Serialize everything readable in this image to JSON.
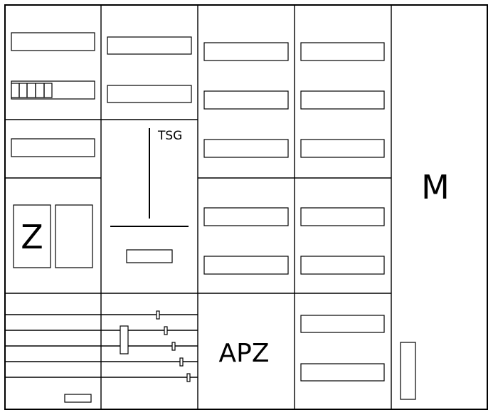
{
  "labels": {
    "tsg": "TSG",
    "z": "Z",
    "apz": "APZ",
    "m": "M"
  },
  "colors": {
    "stroke": "#000000",
    "background": "#ffffff"
  }
}
